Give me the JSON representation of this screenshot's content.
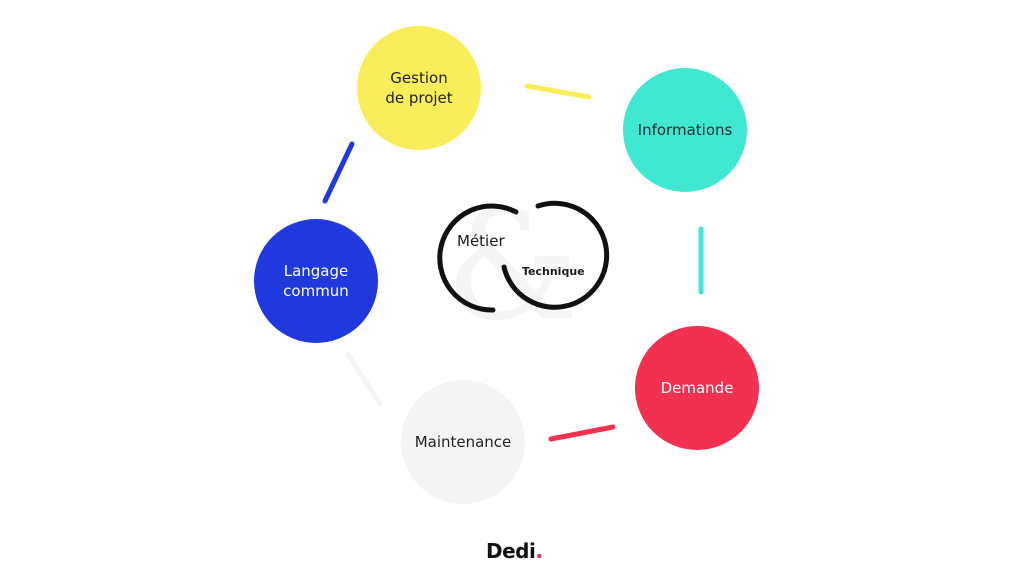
{
  "colors": {
    "background": "#ffffff",
    "yellow": "#f9ee5a",
    "turquoise": "#40e8d4",
    "blue": "#1f39df",
    "red": "#f2304f",
    "light_gray": "#f4f4f4",
    "ring_black": "#111111",
    "brand_accent": "#f2304f"
  },
  "nodes": {
    "gestion": {
      "label": "Gestion\nde projet",
      "color": "#f9ee5a",
      "text_color": "#222222"
    },
    "informations": {
      "label": "Informations",
      "color": "#40e8d4",
      "text_color": "#1e2b2a"
    },
    "langage": {
      "label": "Langage\ncommun",
      "color": "#1f39df",
      "text_color": "#ffffff"
    },
    "demande": {
      "label": "Demande",
      "color": "#f2304f",
      "text_color": "#ffffff"
    },
    "maintenance": {
      "label": "Maintenance",
      "color": "#f4f4f4",
      "text_color": "#222222"
    }
  },
  "center": {
    "metier": "Métier",
    "technique": "Technique",
    "watermark": "&"
  },
  "connectors": [
    {
      "from": "gestion",
      "to": "informations",
      "color": "#f9ee5a"
    },
    {
      "from": "informations",
      "to": "demande",
      "color": "#40e8d4"
    },
    {
      "from": "demande",
      "to": "maintenance",
      "color": "#f2304f"
    },
    {
      "from": "maintenance",
      "to": "langage",
      "color": "#f4f4f4"
    },
    {
      "from": "langage",
      "to": "gestion",
      "color": "#1f39df"
    }
  ],
  "brand": {
    "name": "Dedi",
    "dot": "."
  }
}
